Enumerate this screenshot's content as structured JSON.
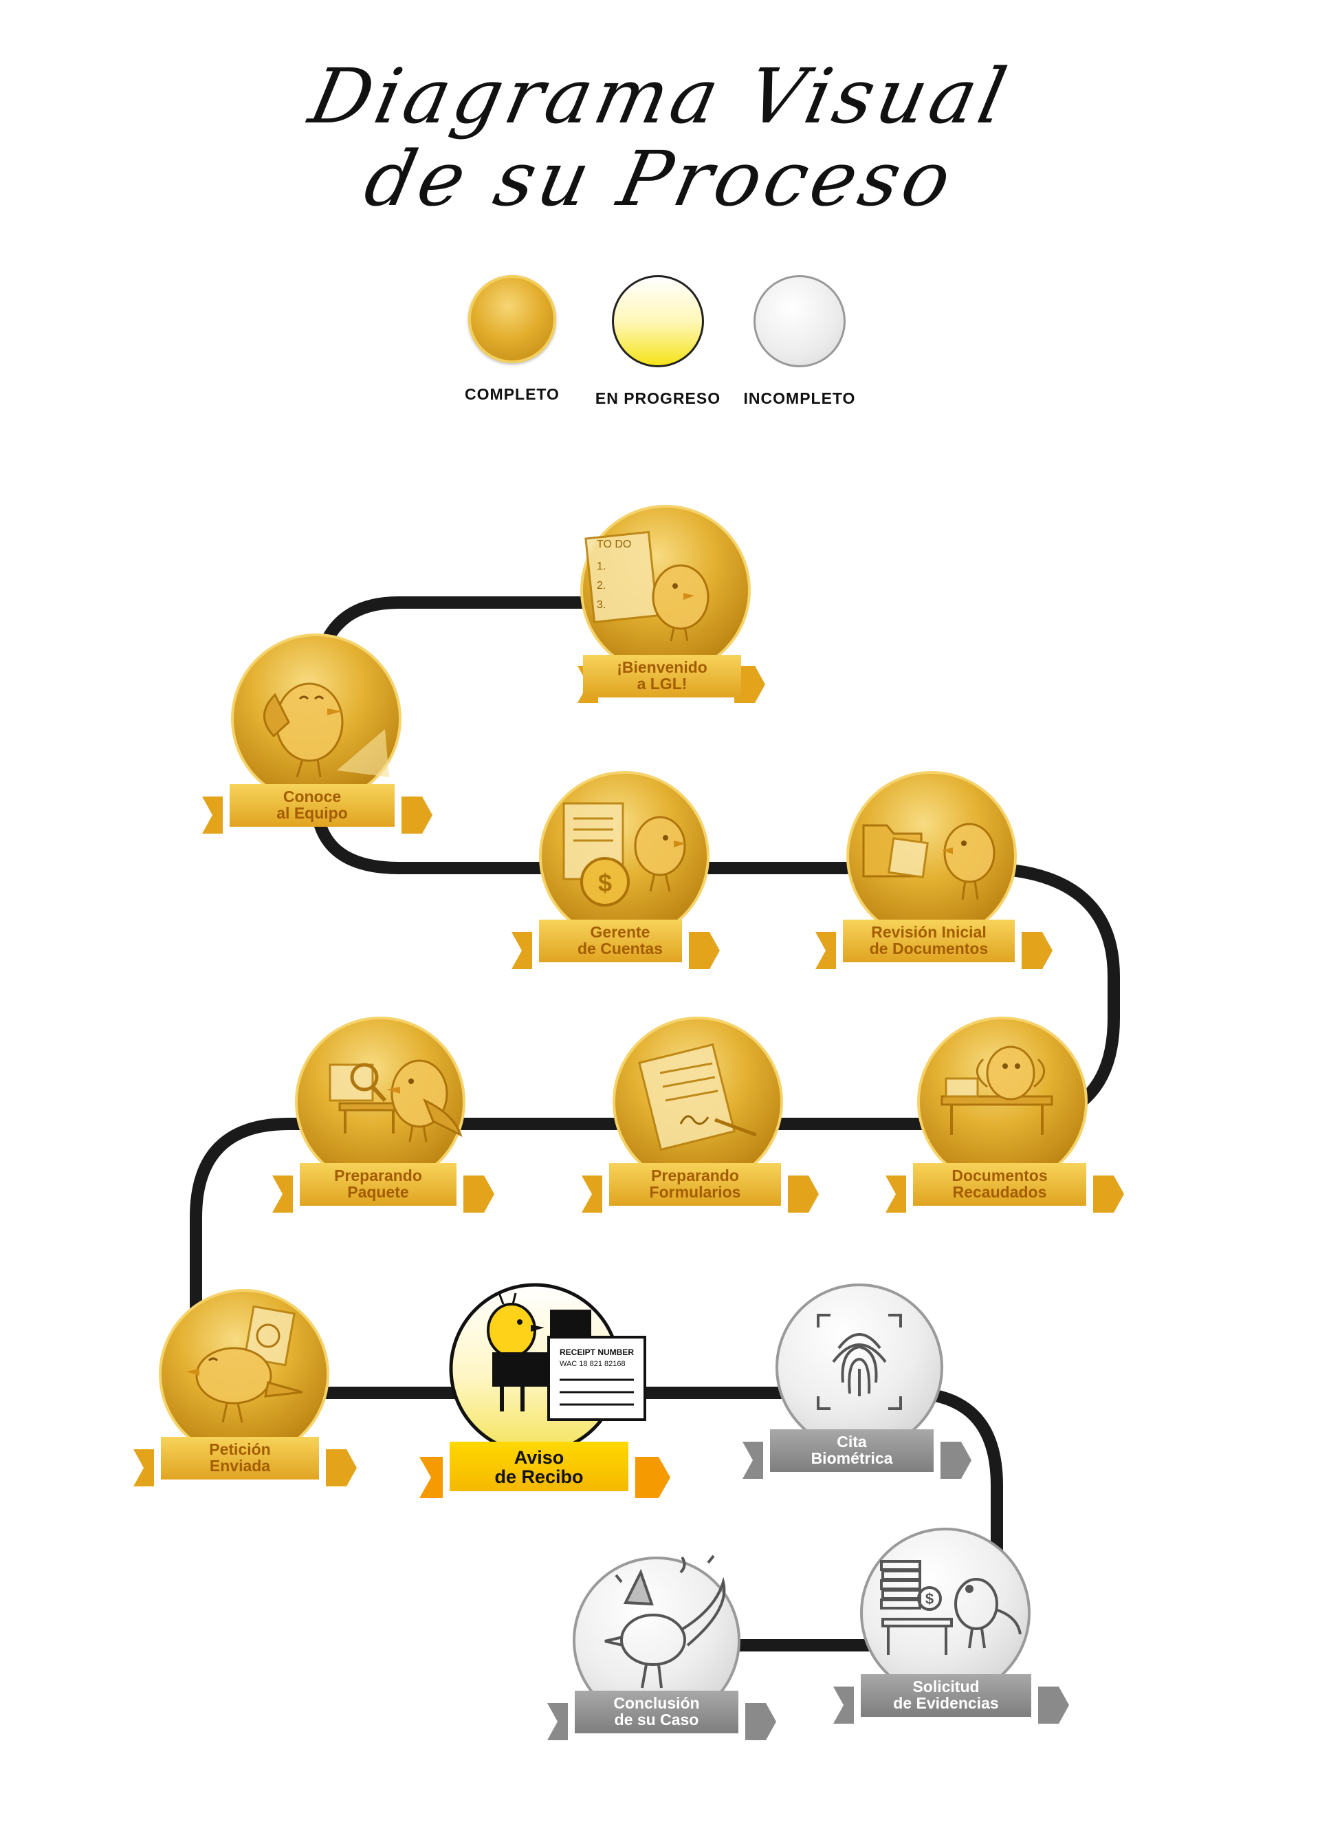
{
  "title": {
    "line1": "Diagrama Visual",
    "line2": "de su Proceso"
  },
  "legend": [
    {
      "label": "COMPLETO",
      "state": "complete"
    },
    {
      "label": "EN PROGRESO",
      "state": "progress"
    },
    {
      "label": "INCOMPLETO",
      "state": "incomplete"
    }
  ],
  "colors": {
    "complete": "#e2ad2c",
    "progress": "#f5d000",
    "incomplete": "#9c9c9c",
    "path": "#1a1a1a"
  },
  "steps": [
    {
      "line1": "¡Bienvenido",
      "line2": "a LGL!",
      "state": "complete",
      "icon": "todo-list-bird-icon"
    },
    {
      "line1": "Conoce",
      "line2": "al Equipo",
      "state": "complete",
      "icon": "waving-bird-icon"
    },
    {
      "line1": "Gerente",
      "line2": "de Cuentas",
      "state": "complete",
      "icon": "document-coin-bird-icon"
    },
    {
      "line1": "Revisión Inicial",
      "line2": "de Documentos",
      "state": "complete",
      "icon": "folder-bird-icon"
    },
    {
      "line1": "Documentos",
      "line2": "Recaudados",
      "state": "complete",
      "icon": "desk-bird-icon"
    },
    {
      "line1": "Preparando",
      "line2": "Formularios",
      "state": "complete",
      "icon": "signed-form-icon"
    },
    {
      "line1": "Preparando",
      "line2": "Paquete",
      "state": "complete",
      "icon": "magnifier-bird-icon"
    },
    {
      "line1": "Petición",
      "line2": "Enviada",
      "state": "complete",
      "icon": "mail-bird-icon"
    },
    {
      "line1": "Aviso",
      "line2": "de Recibo",
      "state": "progress",
      "icon": "receipt-bird-icon",
      "receipt_title": "RECEIPT NUMBER",
      "receipt_number": "WAC 18 821 82168"
    },
    {
      "line1": "Cita",
      "line2": "Biométrica",
      "state": "incomplete",
      "icon": "fingerprint-icon"
    },
    {
      "line1": "Solicitud",
      "line2": "de Evidencias",
      "state": "incomplete",
      "icon": "evidence-bird-icon"
    },
    {
      "line1": "Conclusión",
      "line2": "de su Caso",
      "state": "incomplete",
      "icon": "party-bird-icon"
    }
  ]
}
